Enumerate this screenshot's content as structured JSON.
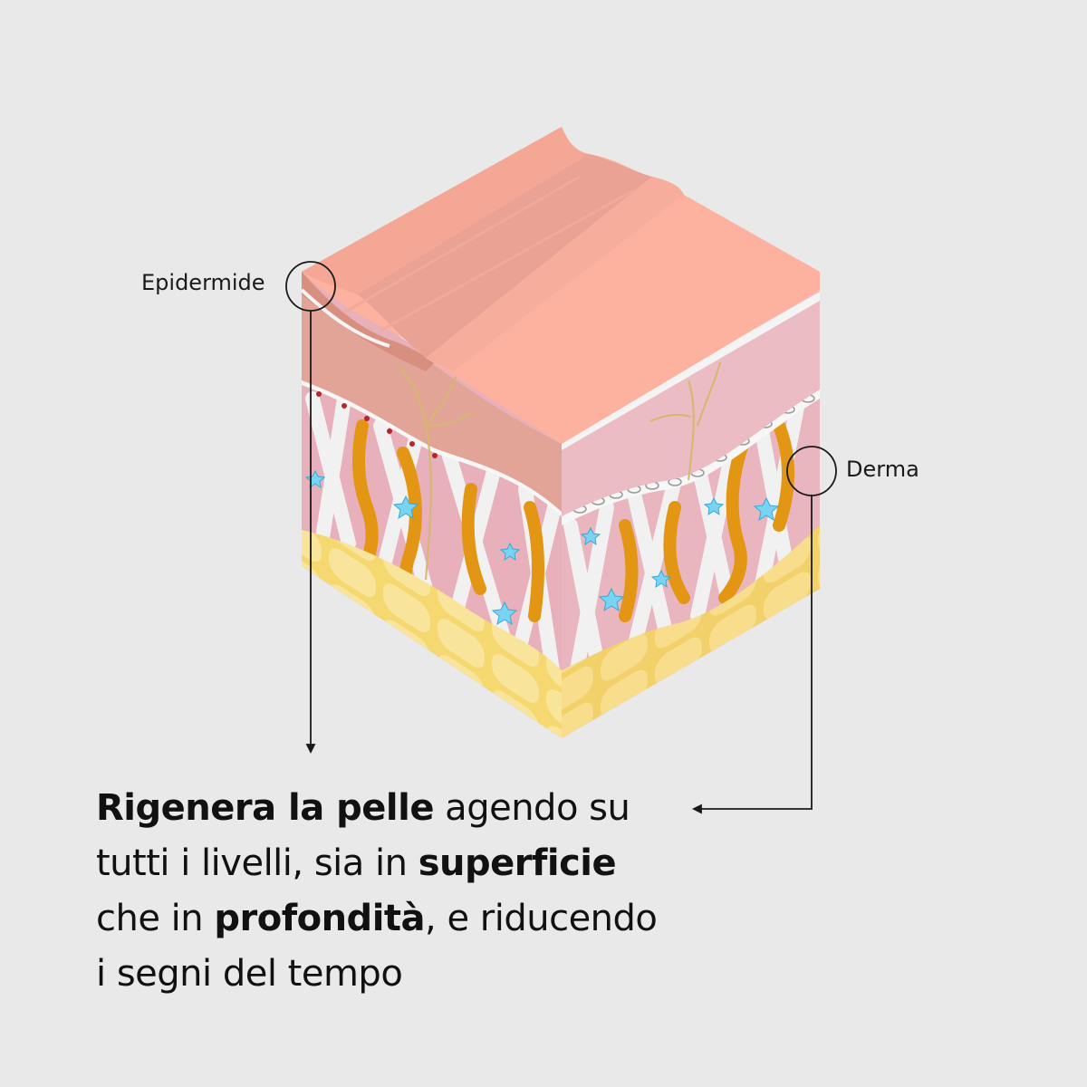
{
  "labels": {
    "epidermis": "Epidermide",
    "dermis": "Derma"
  },
  "caption": {
    "line1_bold": "Rigenera la pelle",
    "line1_rest": " agendo su",
    "line2_start": "tutti i livelli, sia in ",
    "line2_bold": "superficie",
    "line3_start": "che in ",
    "line3_bold": "profondità",
    "line3_rest": ", e riducendo",
    "line4": "i segni del tempo"
  },
  "colors": {
    "background": "#e9e9e9",
    "epidermis_top": "#fdb3a1",
    "epidermis_side": "#e2a699",
    "dermis": "#ecb8c2",
    "collagen": "#f3f3f3",
    "elastin": "#e89a1c",
    "fat": "#f7dc7e",
    "stars": "#6fd0f0",
    "text": "#111111"
  }
}
